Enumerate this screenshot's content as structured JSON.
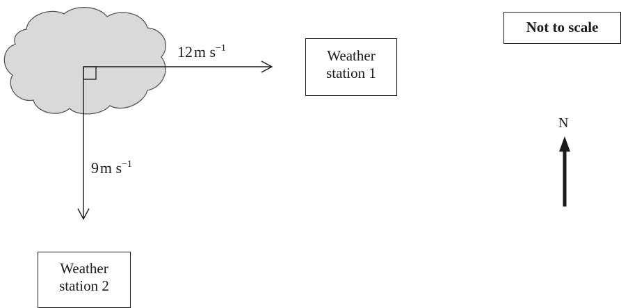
{
  "labels": {
    "speed_east": {
      "value": "12",
      "unit": "m s",
      "exponent": "−1"
    },
    "speed_south": {
      "value": "9",
      "unit": "m s",
      "exponent": "−1"
    },
    "station_1": {
      "line1": "Weather",
      "line2": "station 1"
    },
    "station_2": {
      "line1": "Weather",
      "line2": "station 2"
    },
    "not_to_scale": "Not to scale",
    "north": "N"
  },
  "colors": {
    "cloud_fill": "#d9d9d9",
    "ink": "#1a1a1a"
  },
  "icons": {
    "cloud": "cloud-icon",
    "north_arrow": "north-arrow-icon"
  }
}
